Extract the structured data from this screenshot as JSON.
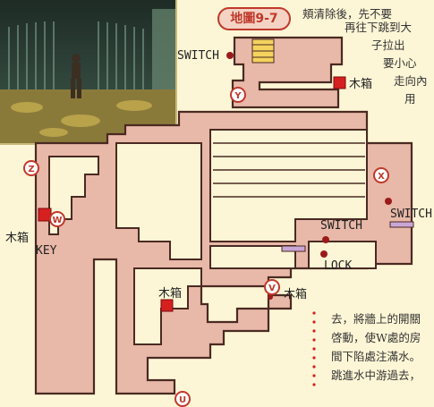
{
  "map_title": "地圖9-7",
  "top_text": [
    "頬清除後，先不要",
    "再往下跳到大",
    "子拉出",
    "要小心",
    "走向內",
    "用"
  ],
  "bottom_text": [
    "去，將牆上的開關",
    "啓動，使W處的房",
    "間下陷處注滿水。",
    "跳進水中游過去，"
  ],
  "labels": {
    "switch_top": "SWITCH",
    "switch_mid": "SWITCH",
    "switch_right": "SWITCH",
    "lock": "LOCK",
    "key": "KEY",
    "crate_top": "木箱",
    "crate_left": "木箱",
    "crate_bottom": "木箱",
    "crate_v": "木箱"
  },
  "markers": {
    "y": "Y",
    "z": "Z",
    "x": "X",
    "w": "W",
    "v": "V",
    "u": "U"
  },
  "colors": {
    "room_fill": "#e8b8a8",
    "outline": "#4a2a22",
    "marker_red": "#c0392b",
    "stair_yellow": "#f4d35e",
    "page_bg": "#fdf6d6"
  }
}
